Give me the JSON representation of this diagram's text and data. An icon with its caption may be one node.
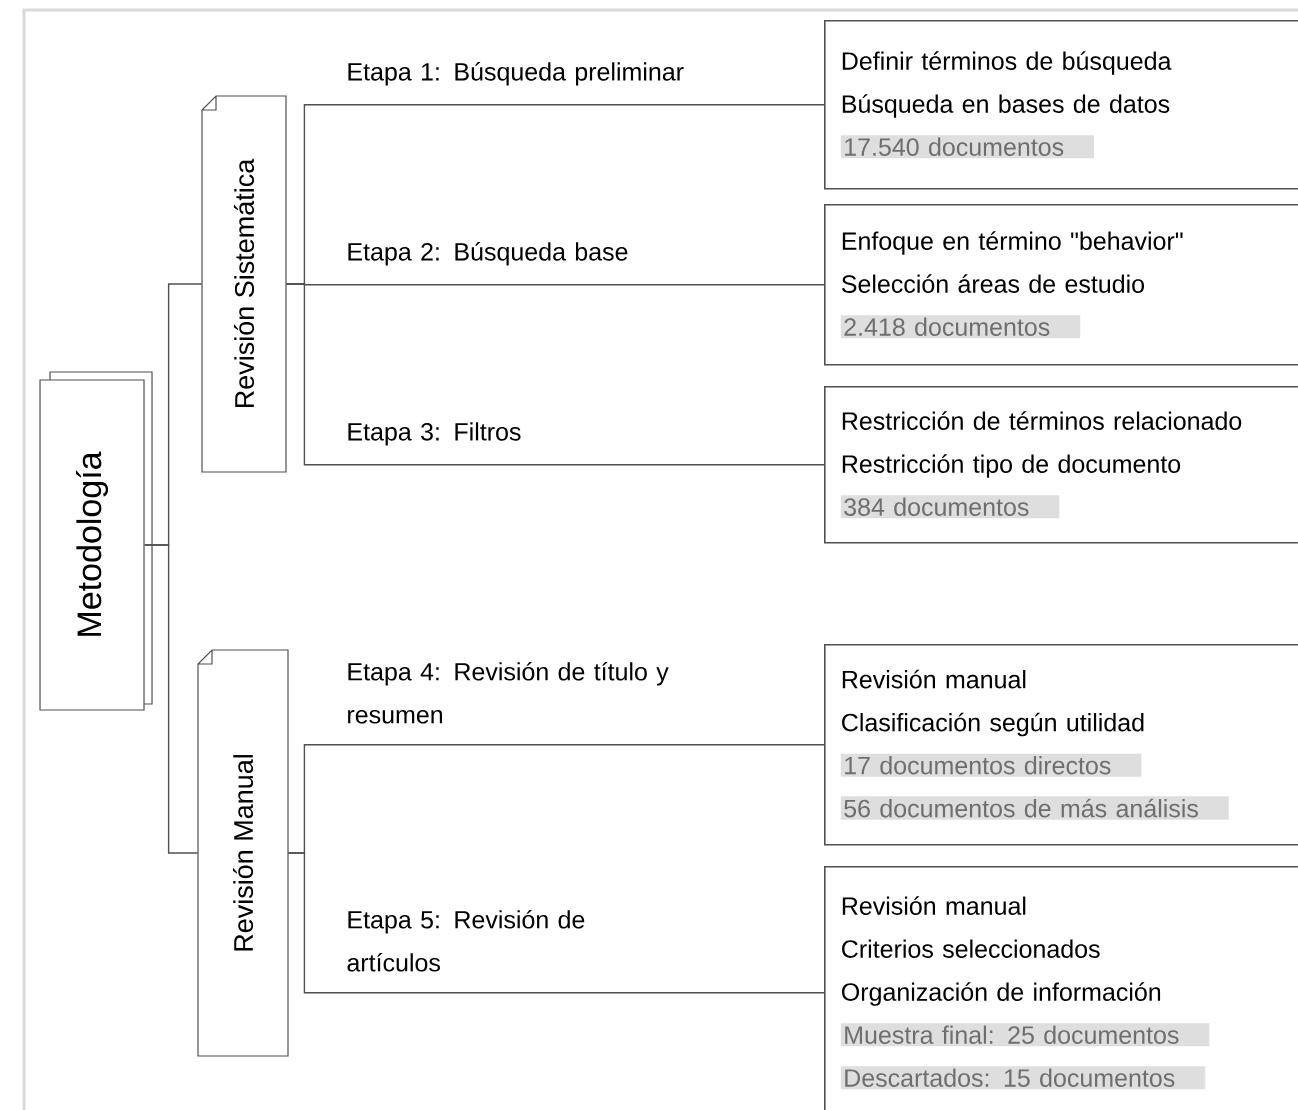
{
  "diagram": {
    "nodes": [
      {
        "text": [
          "Metodología"
        ]
      },
      {
        "text": [
          "Revisión Sistemática"
        ]
      },
      {
        "text": [
          "Revisión Manual"
        ]
      },
      {
        "text": [
          "Definir términos de búsqueda",
          "Búsqueda en bases de datos",
          "17.540 documentos"
        ]
      },
      {
        "text": [
          "Enfoque en término \"behavior\"",
          "Selección áreas de estudio",
          "2.418 documentos"
        ]
      },
      {
        "text": [
          "Restricción de términos relacionado",
          "Restricción tipo de documento",
          "384 documentos"
        ]
      },
      {
        "text": [
          "Revisión manual",
          "Clasificación según utilidad",
          "17 documentos directos",
          "56 documentos de más análisis"
        ]
      },
      {
        "text": [
          "Revisión manual",
          "Criterios seleccionados",
          "Organización de información",
          "Muestra final: 25 documentos",
          "Descartados: 15 documentos"
        ]
      }
    ],
    "edges": [
      {
        "from": 0,
        "to": 1,
        "arrow": "none"
      },
      {
        "from": 0,
        "to": 2,
        "arrow": "none"
      },
      {
        "from": 1,
        "to": 3,
        "arrow": "none",
        "label": "Etapa 1: Búsqueda preliminar"
      },
      {
        "from": 1,
        "to": 4,
        "arrow": "none",
        "label": "Etapa 2: Búsqueda base"
      },
      {
        "from": 1,
        "to": 5,
        "arrow": "none",
        "label": "Etapa 3: Filtros"
      },
      {
        "from": 2,
        "to": 6,
        "arrow": "none",
        "label": "Etapa 4: Revisión de título y resumen"
      },
      {
        "from": 2,
        "to": 7,
        "arrow": "none",
        "label": "Etapa 5: Revisión de artículos"
      }
    ]
  }
}
